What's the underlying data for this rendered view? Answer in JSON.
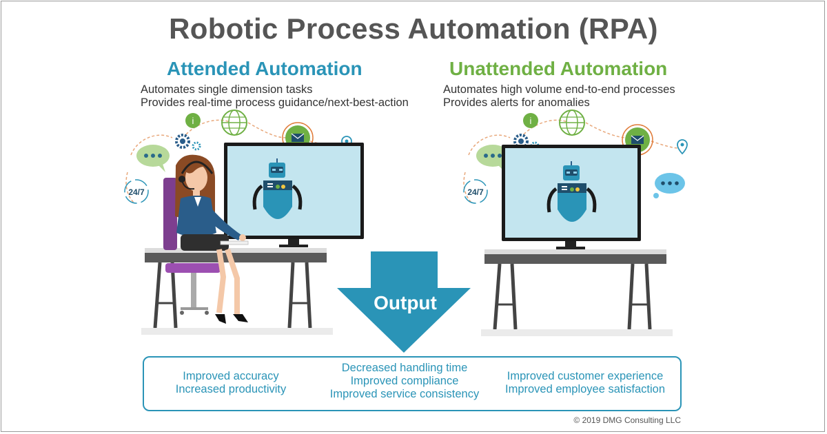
{
  "title": "Robotic Process Automation (RPA)",
  "attended": {
    "heading": "Attended Automation",
    "lines": [
      "Automates single dimension tasks",
      "Provides real-time process guidance/next-best-action"
    ],
    "color": "#2a94b7"
  },
  "unattended": {
    "heading": "Unattended Automation",
    "lines": [
      "Automates high volume end-to-end processes",
      "Provides alerts for anomalies"
    ],
    "color": "#6fb044"
  },
  "icons": {
    "badge_24_7": "24/7",
    "info": "i",
    "names": [
      "chat-bubble-icon",
      "gear-icon",
      "globe-icon",
      "mail-icon",
      "location-pin-icon",
      "info-icon",
      "phone-icon",
      "clock-24-7-icon",
      "robot-icon",
      "agent-with-headset"
    ]
  },
  "output": {
    "label": "Output",
    "columns": [
      [
        "Improved accuracy",
        "Increased productivity"
      ],
      [
        "Decreased handling time",
        "Improved compliance",
        "Improved service consistency"
      ],
      [
        "Improved customer experience",
        "Improved  employee satisfaction"
      ]
    ]
  },
  "copyright": "© 2019 DMG Consulting LLC"
}
